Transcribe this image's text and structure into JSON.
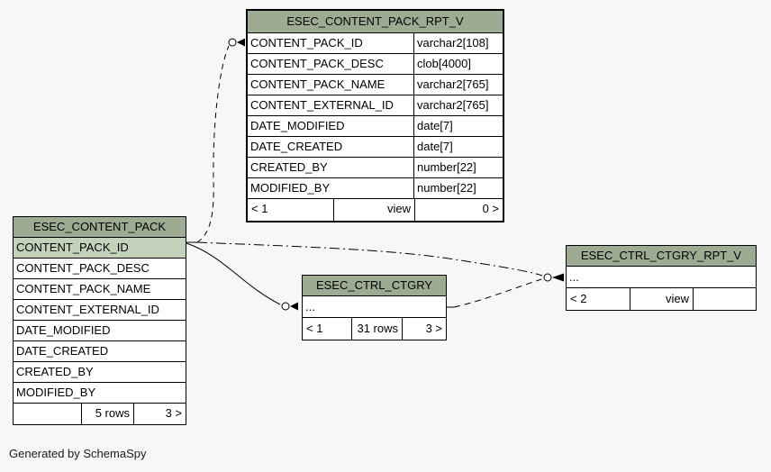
{
  "footer_note": "Generated by SchemaSpy",
  "colors": {
    "canvas_bg": "#f7f7f7",
    "header_bg": "#9cab92",
    "key_bg": "#c4d2bc",
    "line_color": "#000000"
  },
  "tables": [
    {
      "title": "ESEC_CONTENT_PACK_RPT_V",
      "kind": "view",
      "columns": [
        {
          "name": "CONTENT_PACK_ID",
          "type": "varchar2[108]"
        },
        {
          "name": "CONTENT_PACK_DESC",
          "type": "clob[4000]"
        },
        {
          "name": "CONTENT_PACK_NAME",
          "type": "varchar2[765]"
        },
        {
          "name": "CONTENT_EXTERNAL_ID",
          "type": "varchar2[765]"
        },
        {
          "name": "DATE_MODIFIED",
          "type": "date[7]"
        },
        {
          "name": "DATE_CREATED",
          "type": "date[7]"
        },
        {
          "name": "CREATED_BY",
          "type": "number[22]"
        },
        {
          "name": "MODIFIED_BY",
          "type": "number[22]"
        }
      ],
      "footer": {
        "left": "< 1",
        "center": "view",
        "right": "0 >"
      }
    },
    {
      "title": "ESEC_CONTENT_PACK",
      "kind": "table",
      "columns": [
        {
          "name": "CONTENT_PACK_ID",
          "key": true
        },
        {
          "name": "CONTENT_PACK_DESC"
        },
        {
          "name": "CONTENT_PACK_NAME"
        },
        {
          "name": "CONTENT_EXTERNAL_ID"
        },
        {
          "name": "DATE_MODIFIED"
        },
        {
          "name": "DATE_CREATED"
        },
        {
          "name": "CREATED_BY"
        },
        {
          "name": "MODIFIED_BY"
        }
      ],
      "footer": {
        "left": "",
        "center": "5 rows",
        "right": "3 >"
      }
    },
    {
      "title": "ESEC_CTRL_CTGRY",
      "kind": "table",
      "columns": [
        {
          "name": "..."
        }
      ],
      "footer": {
        "left": "< 1",
        "center": "31 rows",
        "right": "3 >"
      }
    },
    {
      "title": "ESEC_CTRL_CTGRY_RPT_V",
      "kind": "view",
      "columns": [
        {
          "name": "..."
        }
      ],
      "footer": {
        "left": "< 2",
        "center": "view",
        "right": ""
      }
    }
  ],
  "relationships": [
    {
      "from": "ESEC_CONTENT_PACK.CONTENT_PACK_ID",
      "to": "ESEC_CONTENT_PACK_RPT_V.CONTENT_PACK_ID",
      "style": "dashed"
    },
    {
      "from": "ESEC_CONTENT_PACK.CONTENT_PACK_ID",
      "to": "ESEC_CTRL_CTGRY",
      "style": "solid"
    },
    {
      "from": "ESEC_CONTENT_PACK.CONTENT_PACK_ID",
      "to": "ESEC_CTRL_CTGRY_RPT_V",
      "style": "dashed"
    },
    {
      "from": "ESEC_CTRL_CTGRY",
      "to": "ESEC_CTRL_CTGRY_RPT_V",
      "style": "dashed"
    }
  ]
}
